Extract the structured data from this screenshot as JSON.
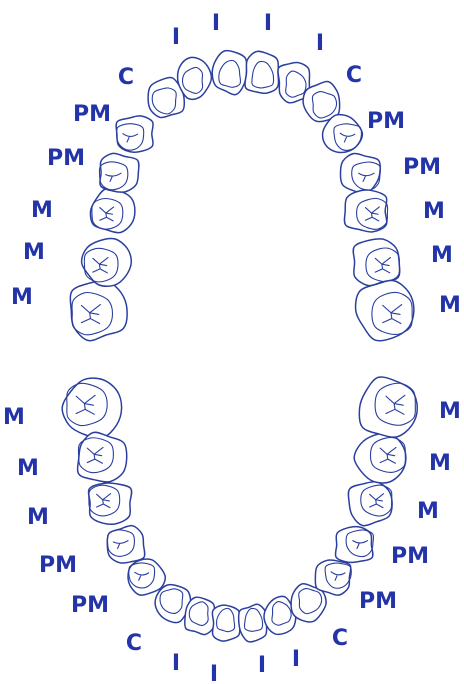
{
  "colors": {
    "ink": "#2b3f9e",
    "label": "#2333a8",
    "background": "#ffffff"
  },
  "upper_arch": {
    "teeth": [
      {
        "type": "M"
      },
      {
        "type": "M"
      },
      {
        "type": "M"
      },
      {
        "type": "PM"
      },
      {
        "type": "PM"
      },
      {
        "type": "C"
      },
      {
        "type": "I"
      },
      {
        "type": "I"
      },
      {
        "type": "I"
      },
      {
        "type": "I"
      },
      {
        "type": "C"
      },
      {
        "type": "PM"
      },
      {
        "type": "PM"
      },
      {
        "type": "M"
      },
      {
        "type": "M"
      },
      {
        "type": "M"
      }
    ],
    "labels": [
      "I",
      "I",
      "I",
      "I",
      "C",
      "C",
      "PM",
      "PM",
      "PM",
      "PM",
      "M",
      "M",
      "M",
      "M",
      "M",
      "M"
    ]
  },
  "lower_arch": {
    "teeth": [
      {
        "type": "M"
      },
      {
        "type": "M"
      },
      {
        "type": "M"
      },
      {
        "type": "PM"
      },
      {
        "type": "PM"
      },
      {
        "type": "C"
      },
      {
        "type": "I"
      },
      {
        "type": "I"
      },
      {
        "type": "I"
      },
      {
        "type": "I"
      },
      {
        "type": "C"
      },
      {
        "type": "PM"
      },
      {
        "type": "PM"
      },
      {
        "type": "M"
      },
      {
        "type": "M"
      },
      {
        "type": "M"
      }
    ],
    "labels": [
      "M",
      "M",
      "M",
      "M",
      "M",
      "M",
      "PM",
      "PM",
      "PM",
      "PM",
      "C",
      "C",
      "I",
      "I",
      "I",
      "I"
    ]
  }
}
